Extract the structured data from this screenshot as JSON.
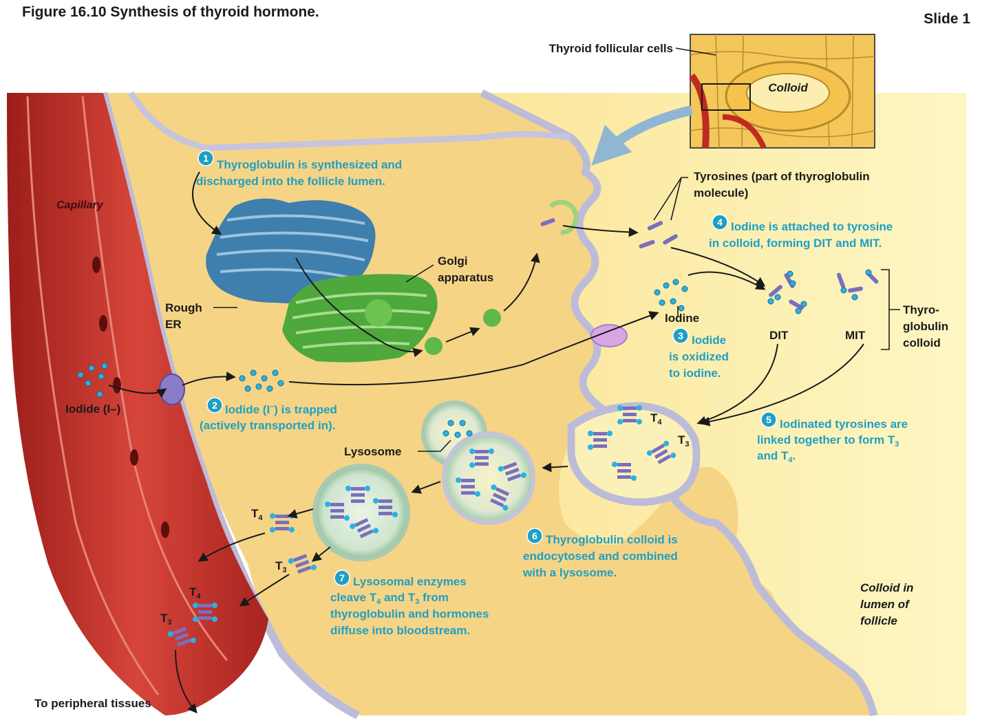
{
  "figure_title": "Figure 16.10  Synthesis of thyroid hormone.",
  "slide_label": "Slide 1",
  "inset": {
    "label": "Thyroid follicular cells",
    "colloid": "Colloid"
  },
  "labels": {
    "capillary": "Capillary",
    "rough_er_1": "Rough",
    "rough_er_2": "ER",
    "golgi_1": "Golgi",
    "golgi_2": "apparatus",
    "iodide": "Iodide (I–)",
    "tyrosines_1": "Tyrosines (part of thyroglobulin",
    "tyrosines_2": "molecule)",
    "iodine": "Iodine",
    "dit": "DIT",
    "mit": "MIT",
    "thyro_1": "Thyro-",
    "thyro_2": "globulin",
    "thyro_3": "colloid",
    "lysosome": "Lysosome",
    "colloid_lumen_1": "Colloid in",
    "colloid_lumen_2": "lumen of",
    "colloid_lumen_3": "follicle",
    "peripheral": "To peripheral tissues",
    "t4": "T",
    "t4_sub": "4",
    "t3": "T",
    "t3_sub": "3"
  },
  "steps": [
    {
      "num": "1",
      "lines": [
        "Thyroglobulin is synthesized and",
        "discharged into the follicle lumen."
      ]
    },
    {
      "num": "2",
      "lines": [
        "Iodide (I",
        ") is trapped",
        "(actively transported in)."
      ],
      "superscript": "–"
    },
    {
      "num": "3",
      "lines": [
        "Iodide",
        "is oxidized",
        "to iodine."
      ]
    },
    {
      "num": "4",
      "lines": [
        "Iodine is attached to tyrosine",
        "in colloid, forming DIT and MIT."
      ]
    },
    {
      "num": "5",
      "lines": [
        "Iodinated tyrosines are",
        "linked together to form T",
        "and T",
        "."
      ]
    },
    {
      "num": "6",
      "lines": [
        "Thyroglobulin colloid is",
        "endocytosed and combined",
        "with a lysosome."
      ]
    },
    {
      "num": "7",
      "lines": [
        "Lysosomal enzymes",
        "cleave T",
        " and T",
        " from",
        "thyroglobulin and hormones",
        "diffuse into bloodstream."
      ]
    }
  ],
  "colors": {
    "step_text": "#1f9fc4",
    "capillary": "#c8322a",
    "cell": "#f7d98c",
    "colloid": "#fbeea0",
    "membrane": "#b9b8d6",
    "rough_er": "#3e7fae",
    "golgi": "#4ea83c",
    "iodine_dot": "#28b3e3",
    "tyrosine_bar": "#7a6fbf"
  }
}
